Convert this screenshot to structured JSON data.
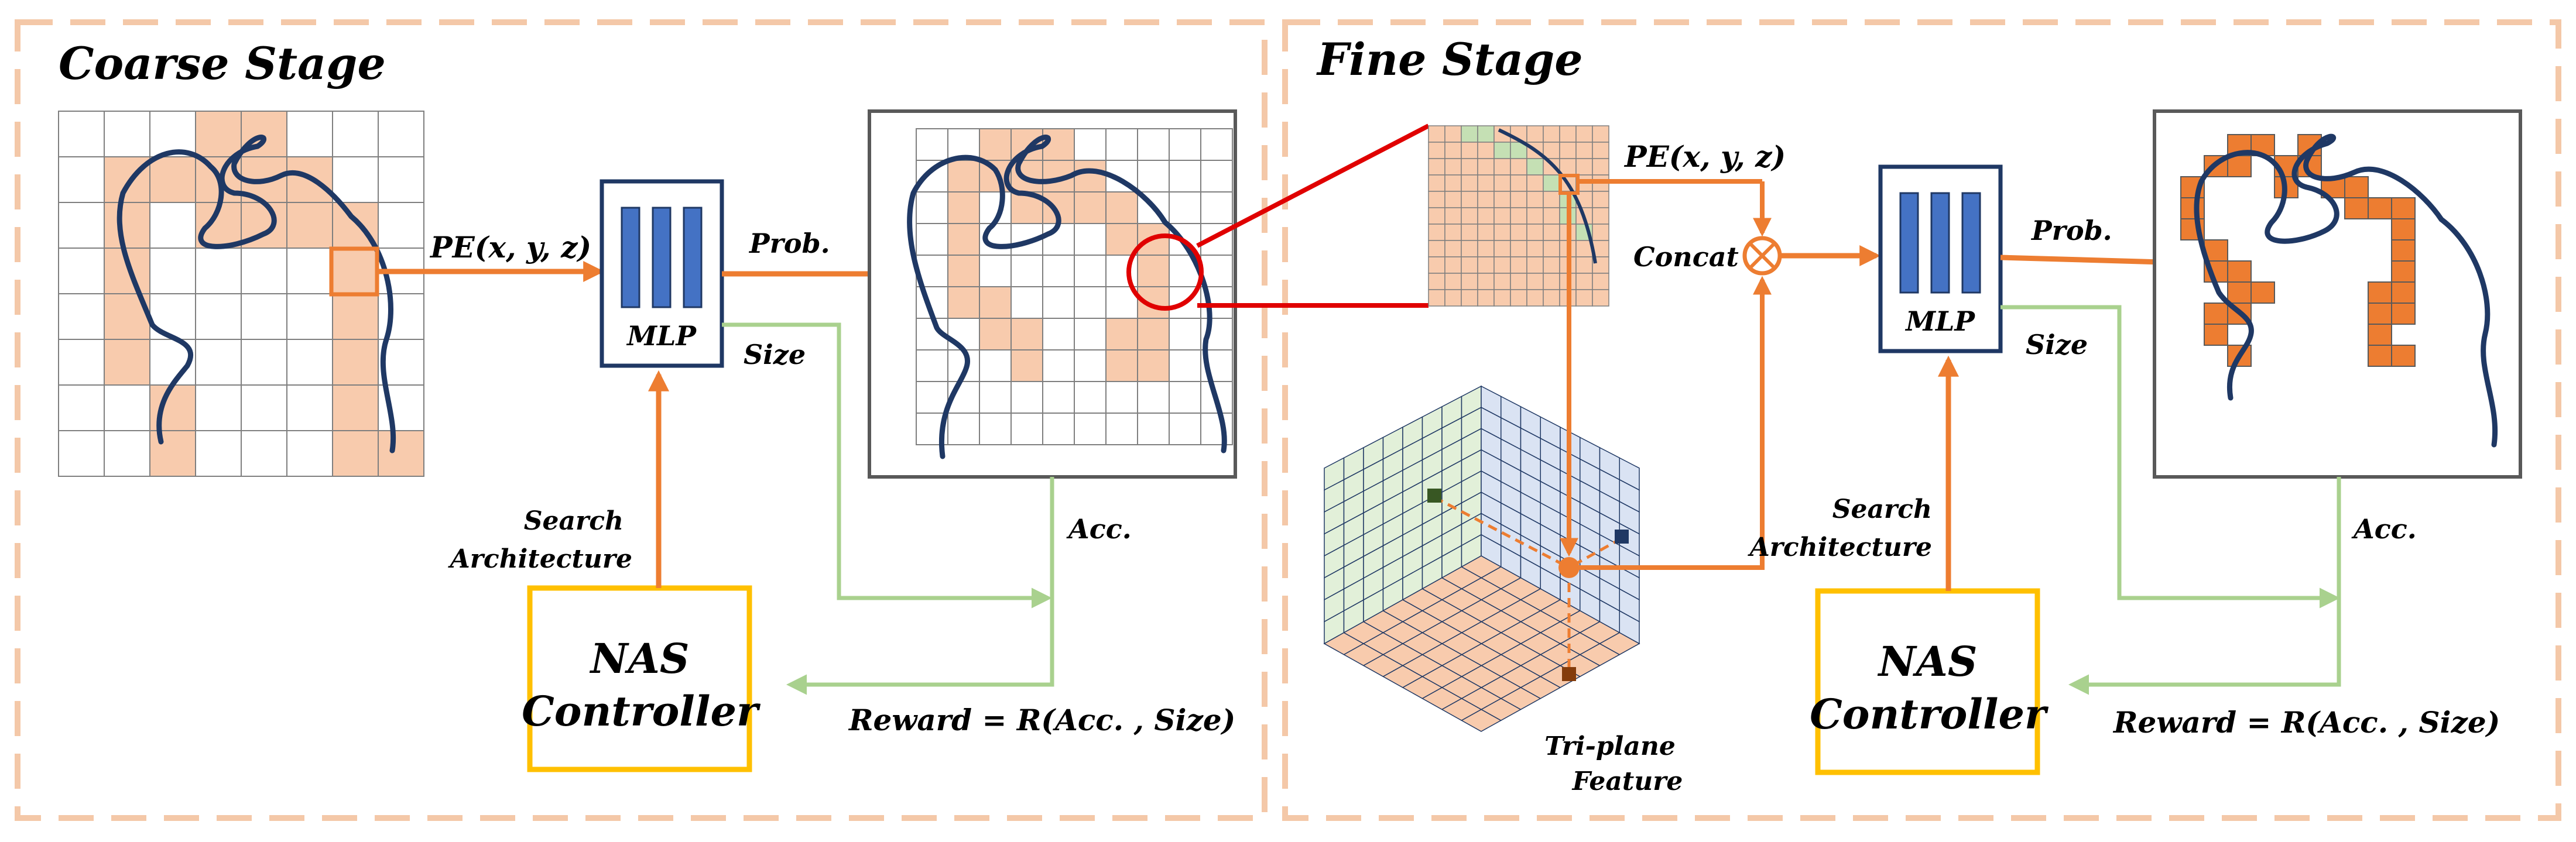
{
  "coarse_stage": {
    "title": "Coarse Stage",
    "pe_label": "PE(x, y, z)",
    "mlp_label": "MLP",
    "prob_label": "Prob.",
    "size_label": "Size",
    "acc_label": "Acc.",
    "search_label_line1": "Search",
    "search_label_line2": "Architecture",
    "nas_line1": "NAS",
    "nas_line2": "Controller",
    "reward_label": "Reward = R(Acc. , Size)"
  },
  "fine_stage": {
    "title": "Fine Stage",
    "pe_label": "PE(x, y, z)",
    "concat_label": "Concat",
    "mlp_label": "MLP",
    "prob_label": "Prob.",
    "size_label": "Size",
    "acc_label": "Acc.",
    "search_label_line1": "Search",
    "search_label_line2": "Architecture",
    "nas_line1": "NAS",
    "nas_line2": "Controller",
    "reward_label": "Reward = R(Acc. , Size)",
    "triplane_line1": "Tri-plane",
    "triplane_line2": "Feature"
  },
  "colors": {
    "stage_border": "#f4c8a8",
    "coarse_fill": "#f8cbad",
    "fine_fill": "#ed7d31",
    "arrow_orange": "#ed7d31",
    "arrow_green": "#a9d18e",
    "mlp_bar": "#4472c4",
    "mlp_border": "#1f3864",
    "nas_border": "#ffc000",
    "highlight_red": "#e00000",
    "curve": "#1f3864",
    "plane_green": "#e2f0d9",
    "plane_blue": "#dae3f3",
    "plane_peach": "#f8cbad"
  }
}
